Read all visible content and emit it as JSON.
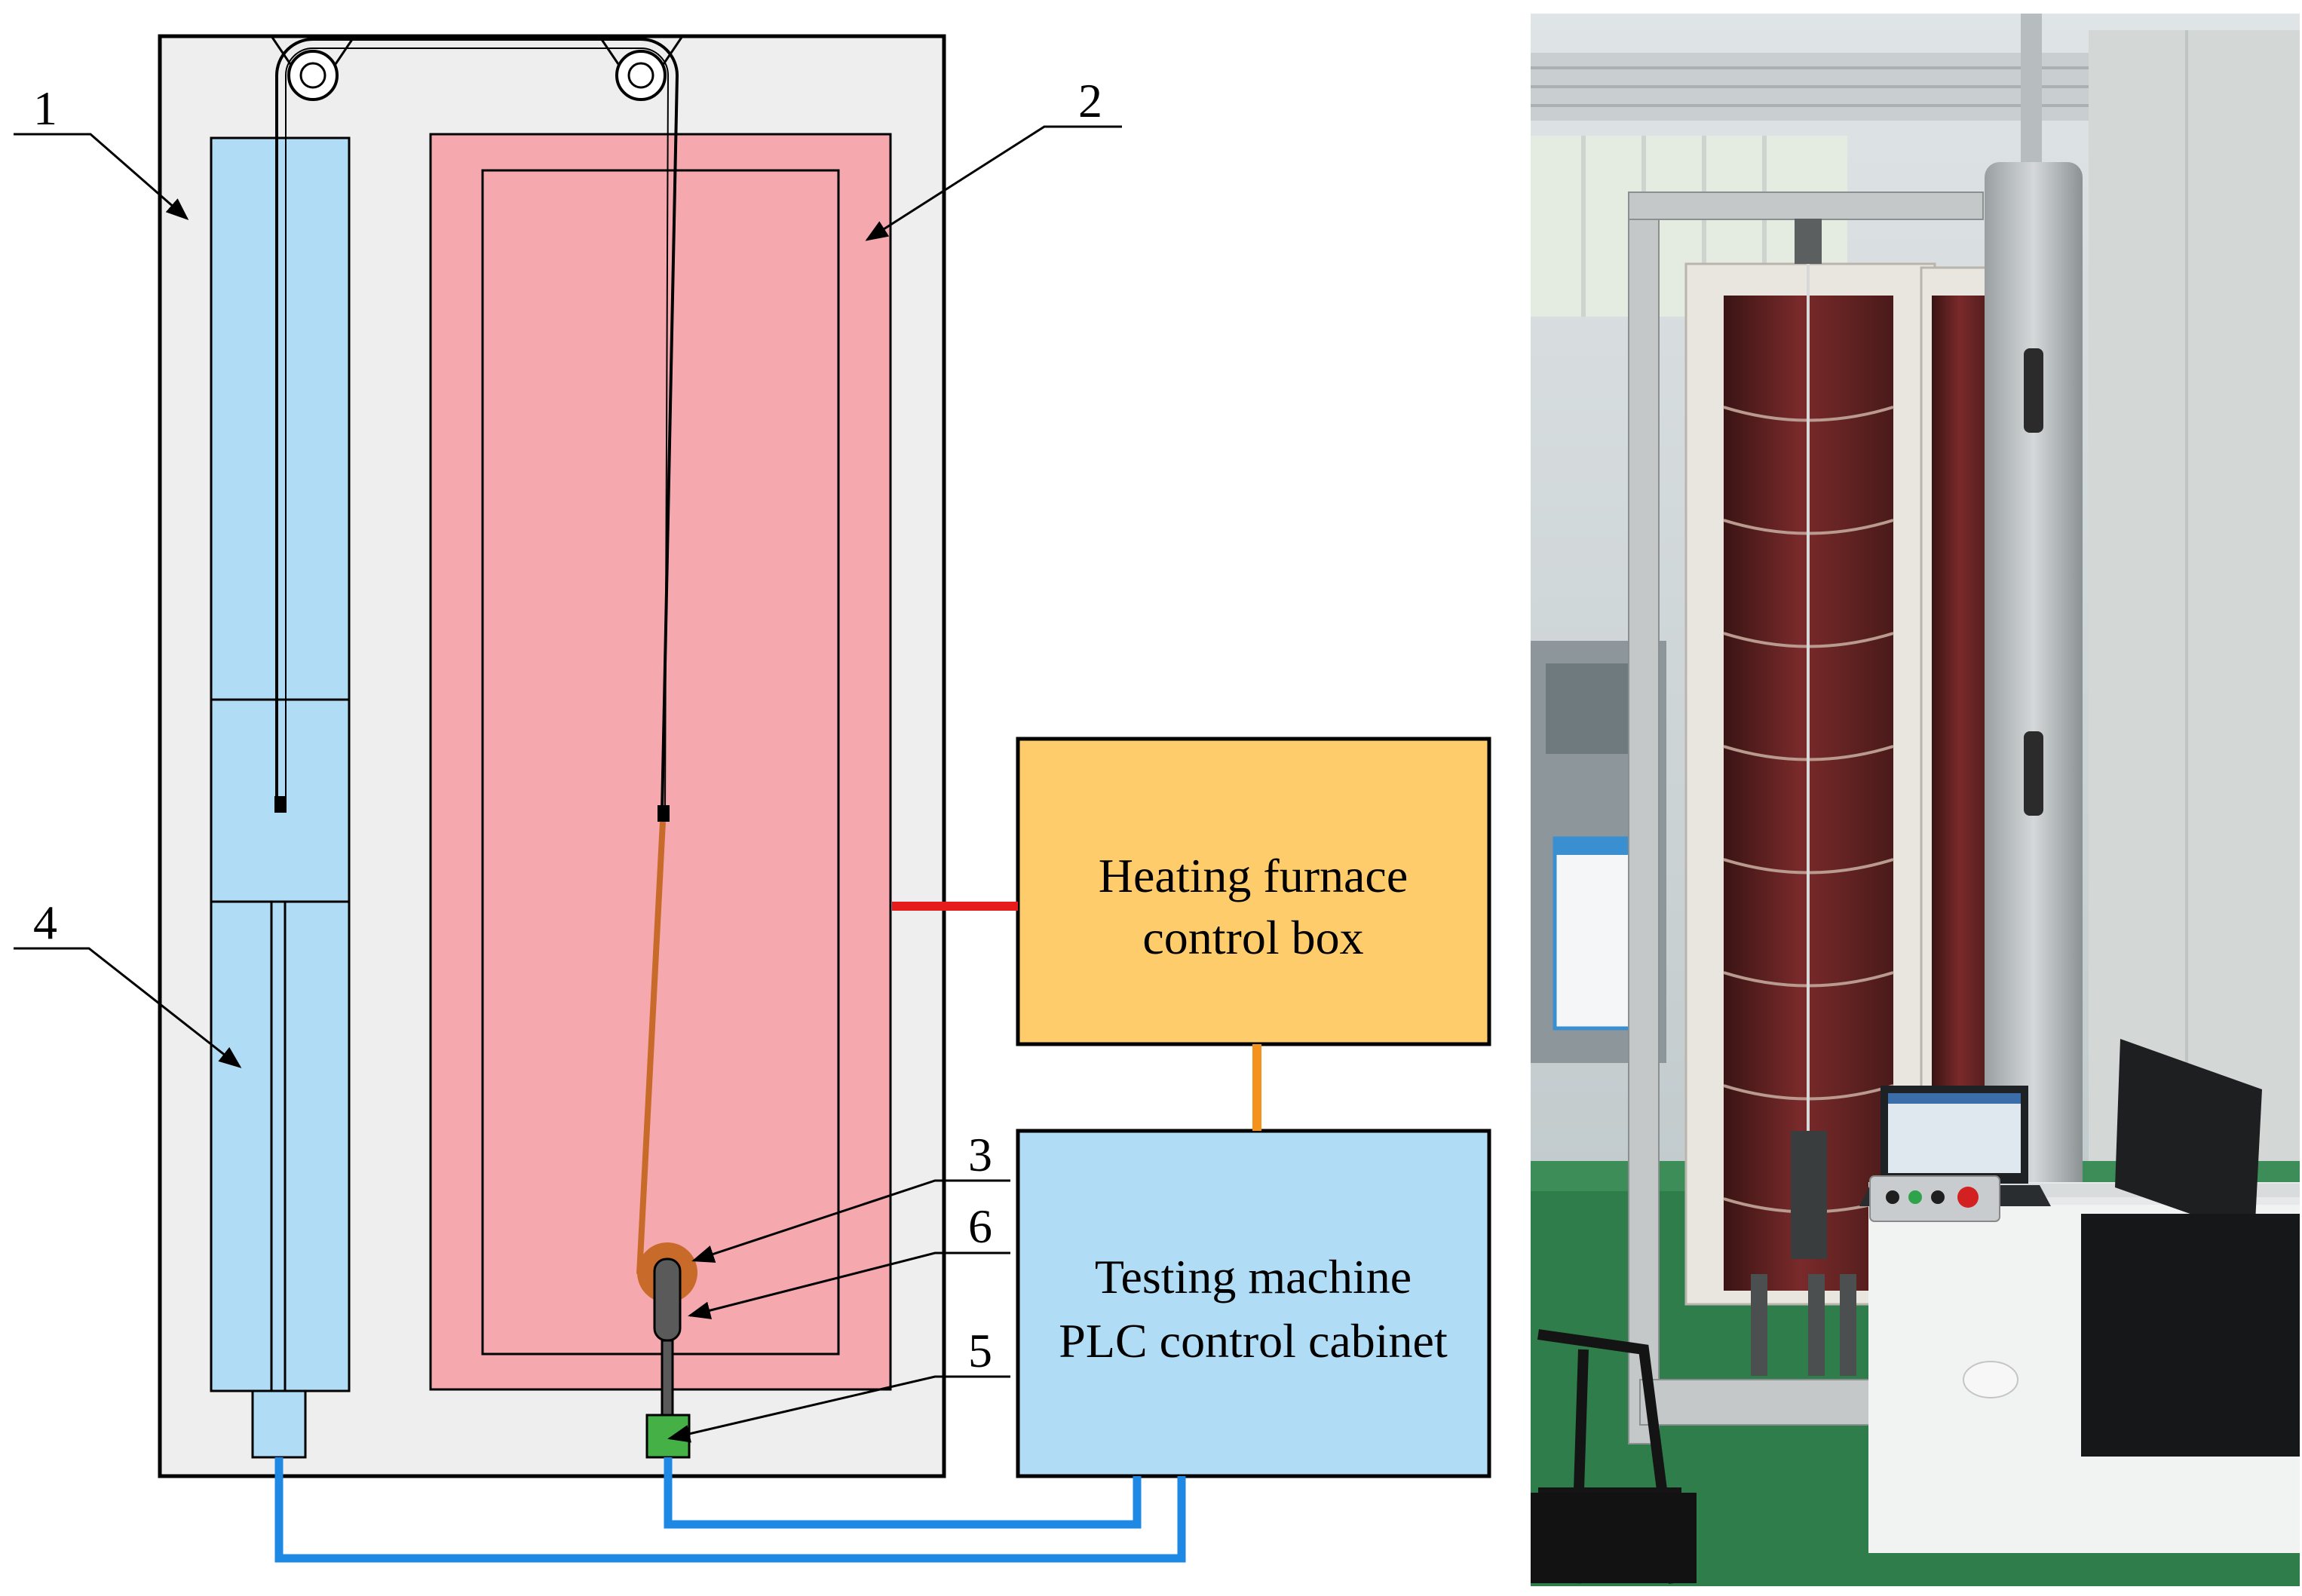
{
  "callouts": {
    "n1": "1",
    "n2": "2",
    "n3": "3",
    "n4": "4",
    "n5": "5",
    "n6": "6"
  },
  "boxes": {
    "heating_line1": "Heating furnace",
    "heating_line2": "control box",
    "plc_line1": "Testing machine",
    "plc_line2": "PLC control cabinet"
  },
  "colors": {
    "frame_fill": "#eeeeee",
    "cylinder_fill": "#b0ddf5",
    "furnace_fill": "#f5a8ae",
    "heating_box_fill": "#fecc6a",
    "plc_box_fill": "#b0ddf5",
    "sensor_fill": "#45b045",
    "specimen_fill": "#c86a2a",
    "blue_wire": "#1e88e5",
    "red_wire": "#e61c1c",
    "orange_wire": "#f5921e"
  }
}
